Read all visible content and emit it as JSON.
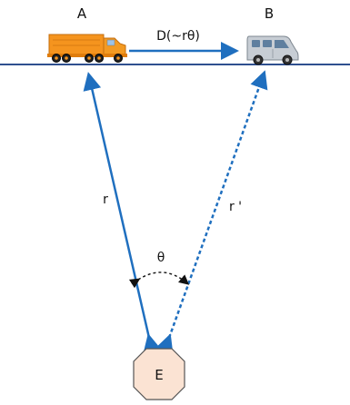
{
  "labels": {
    "point_a": "A",
    "point_b": "B",
    "distance": "D(~rθ)",
    "radius": "r",
    "radius_prime": "r '",
    "angle": "θ",
    "observer": "E"
  },
  "colors": {
    "arrow": "#1f6fbf",
    "ground": "#2f4f8f",
    "truck_body": "#f5941e",
    "truck_cab": "#f39a22",
    "van_body": "#c7cdd4",
    "van_window": "#5f7f9f",
    "octagon_fill": "#fbe3d3",
    "octagon_stroke": "#555555",
    "angle_arc": "#111111"
  },
  "icons": {
    "truck": "truck-icon",
    "van": "van-icon"
  }
}
